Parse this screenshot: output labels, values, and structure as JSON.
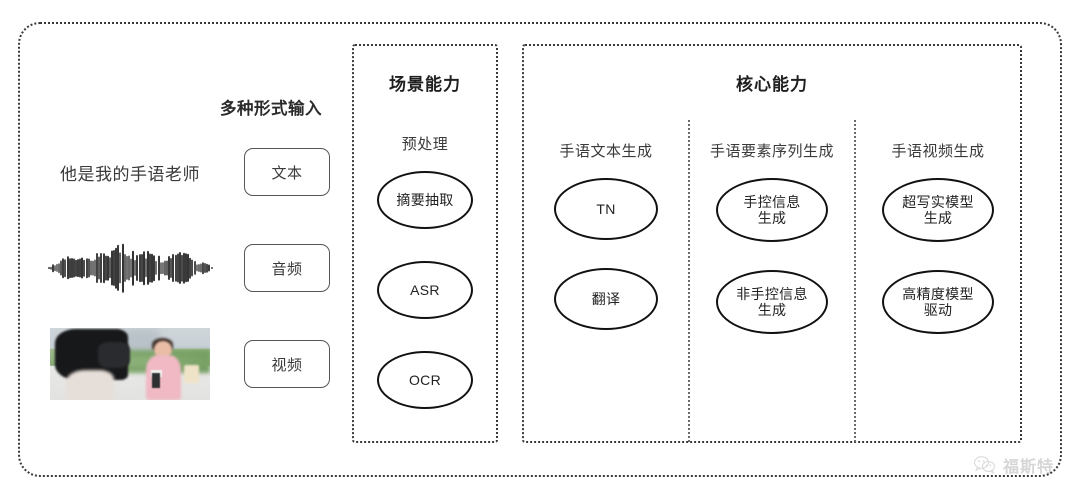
{
  "input_section": {
    "heading": "多种形式输入",
    "rows": [
      {
        "sample_kind": "text-sample",
        "sample_text": "他是我的手语老师",
        "chip_label": "文本"
      },
      {
        "sample_kind": "waveform-sample",
        "sample_text": "",
        "chip_label": "音频"
      },
      {
        "sample_kind": "video-thumbnail",
        "sample_text": "",
        "chip_label": "视频"
      }
    ]
  },
  "scene_panel": {
    "title": "场景能力",
    "group_label": "预处理",
    "nodes": [
      "摘要抽取",
      "ASR",
      "OCR"
    ]
  },
  "core_panel": {
    "title": "核心能力",
    "columns": [
      {
        "title": "手语文本生成",
        "nodes": [
          {
            "line1": "TN",
            "line2": ""
          },
          {
            "line1": "翻译",
            "line2": ""
          }
        ]
      },
      {
        "title": "手语要素序列生成",
        "nodes": [
          {
            "line1": "手控信息",
            "line2": "生成"
          },
          {
            "line1": "非手控信息",
            "line2": "生成"
          }
        ]
      },
      {
        "title": "手语视频生成",
        "nodes": [
          {
            "line1": "超写实模型",
            "line2": "生成"
          },
          {
            "line1": "高精度模型",
            "line2": "驱动"
          }
        ]
      }
    ]
  },
  "watermark": {
    "text": "福斯特",
    "icon": "wechat-icon"
  },
  "colors": {
    "frame_stroke": "#3a3a3a",
    "node_stroke": "#111111",
    "text": "#2b2b2b",
    "chip_stroke": "#55565a",
    "background": "#ffffff"
  }
}
